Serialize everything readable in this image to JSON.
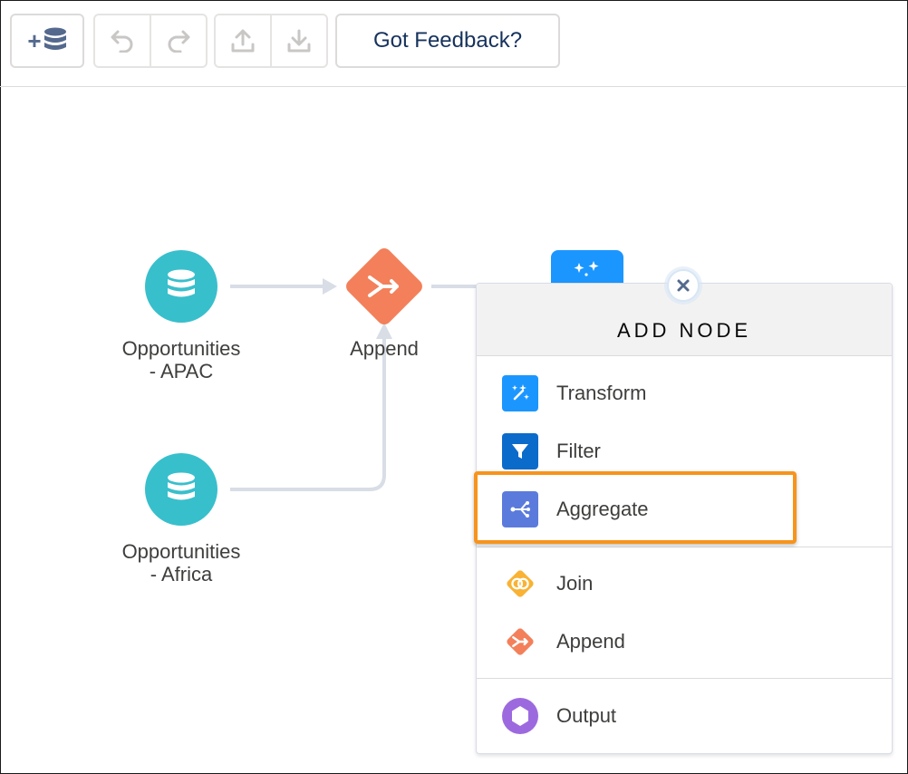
{
  "toolbar": {
    "add_dataset_label": "+",
    "feedback_label": "Got Feedback?"
  },
  "nodes": {
    "opportunities_apac": "Opportunities\n- APAC",
    "opportunities_africa": "Opportunities\n- Africa",
    "append": "Append"
  },
  "add_node_menu": {
    "title": "ADD NODE",
    "items": [
      {
        "label": "Transform",
        "icon": "transform-icon",
        "color": "#1b96ff"
      },
      {
        "label": "Filter",
        "icon": "filter-icon",
        "color": "#0b6bcb"
      },
      {
        "label": "Aggregate",
        "icon": "aggregate-icon",
        "color": "#5b7bdc"
      },
      {
        "label": "Join",
        "icon": "join-icon",
        "color": "#f9b233"
      },
      {
        "label": "Append",
        "icon": "append-icon",
        "color": "#f3805a"
      },
      {
        "label": "Output",
        "icon": "output-icon",
        "color": "#9c6ade"
      }
    ]
  },
  "colors": {
    "dataset_node": "#38bfcc",
    "append_node": "#f3805a",
    "transform_node": "#1b96ff",
    "highlight": "#f7941d"
  }
}
